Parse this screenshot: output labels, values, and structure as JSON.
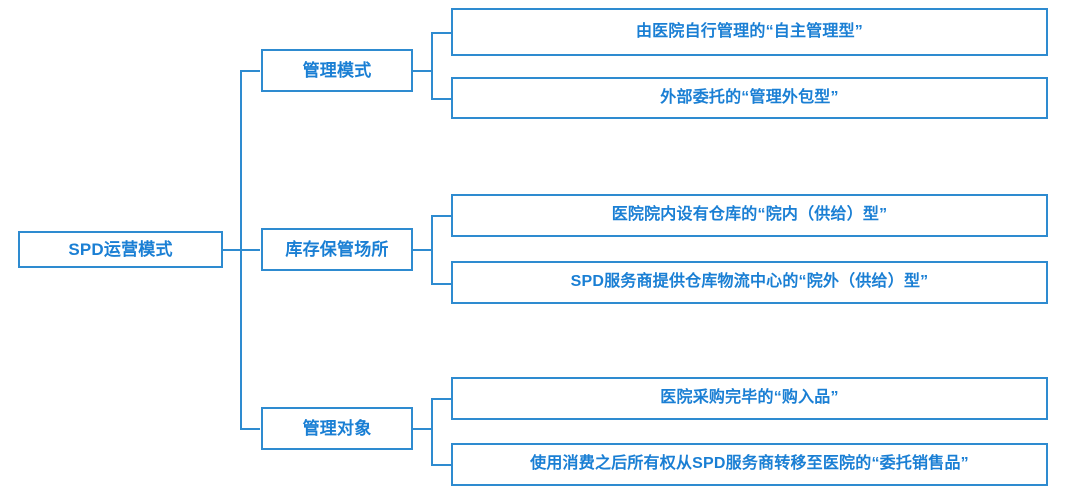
{
  "diagram": {
    "type": "tree",
    "orientation": "left-to-right",
    "title": "SPD运营模式",
    "colors": {
      "border": "#2E8BD0",
      "text": "#1A7FD4",
      "background": "#FFFFFF",
      "connector": "#2E8BD0"
    },
    "root": {
      "label": "SPD运营模式"
    },
    "branches": [
      {
        "label": "管理模式",
        "children": [
          {
            "label": "由医院自行管理的“自主管理型”"
          },
          {
            "label": "外部委托的“管理外包型”"
          }
        ]
      },
      {
        "label": "库存保管场所",
        "children": [
          {
            "label": "医院院内设有仓库的“院内（供给）型”"
          },
          {
            "label": "SPD服务商提供仓库物流中心的“院外（供给）型”"
          }
        ]
      },
      {
        "label": "管理对象",
        "children": [
          {
            "label": "医院采购完毕的“购入品”"
          },
          {
            "label": "使用消费之后所有权从SPD服务商转移至医院的“委托销售品”"
          }
        ]
      }
    ]
  }
}
